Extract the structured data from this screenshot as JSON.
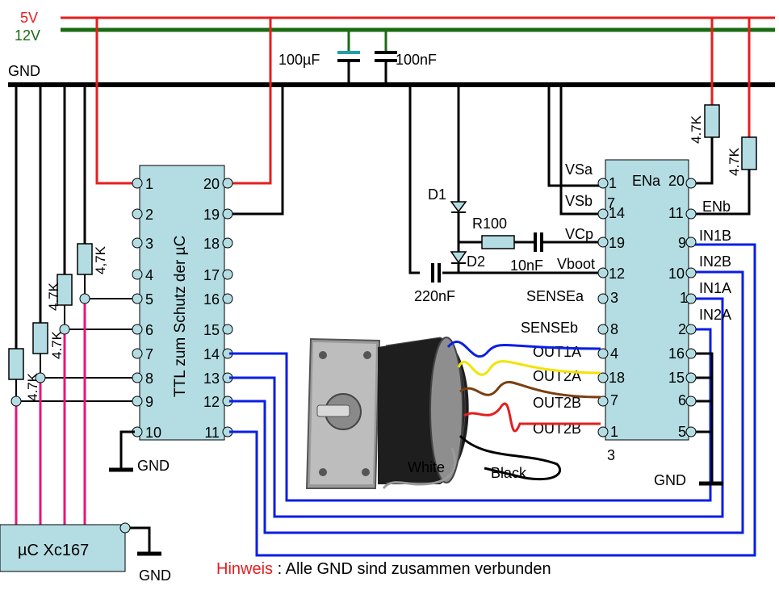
{
  "rails": {
    "v5": "5V",
    "v12": "12V",
    "gnd": "GND",
    "colors": {
      "v5": "#e61e1e",
      "v12": "#1a6b12",
      "gnd": "#000000",
      "signal": "#0a1ee6",
      "mcu_line": "#e6157a"
    }
  },
  "caps": {
    "c1": "100µF",
    "c2": "100nF",
    "c3": "220nF",
    "c4": "10nF"
  },
  "ttl": {
    "title": "TTL zum Schutz der µC",
    "left_pins": [
      "1",
      "2",
      "3",
      "4",
      "5",
      "6",
      "7",
      "8",
      "9",
      "10"
    ],
    "right_pins": [
      "20",
      "19",
      "18",
      "17",
      "16",
      "15",
      "14",
      "13",
      "12",
      "11"
    ]
  },
  "resistors": {
    "r_ttl": [
      "4,7K",
      "4.7K",
      "4.7K",
      "4.7K"
    ],
    "r_top": [
      "4.7K",
      "4.7K"
    ],
    "r100": "R100"
  },
  "driver": {
    "left_labels": [
      "VSa",
      "VSb",
      "VCp",
      "Vboot",
      "SENSEa",
      "SENSEb",
      "OUT1A",
      "OUT2A",
      "OUT2B",
      "OUT2B"
    ],
    "left_pins": [
      "1",
      "7",
      "14",
      "19",
      "12",
      "3",
      "8",
      "4",
      "18",
      "7",
      "1",
      "3"
    ],
    "right_labels": [
      "ENa",
      "ENb",
      "IN1B",
      "IN2B",
      "IN1A",
      "IN2A"
    ],
    "right_pins": [
      "20",
      "11",
      "9",
      "10",
      "1",
      "2",
      "16",
      "15",
      "6",
      "5"
    ]
  },
  "diodes": {
    "d1": "D1",
    "d2": "D2"
  },
  "motor": {
    "white": "White",
    "black": "Black"
  },
  "mcu": {
    "label": "µC Xc167"
  },
  "gnd_labels": {
    "g1": "GND",
    "g2": "GND",
    "g3": "GND"
  },
  "note": {
    "hint": "Hinweis",
    "text": " : Alle GND sind zusammen verbunden"
  }
}
